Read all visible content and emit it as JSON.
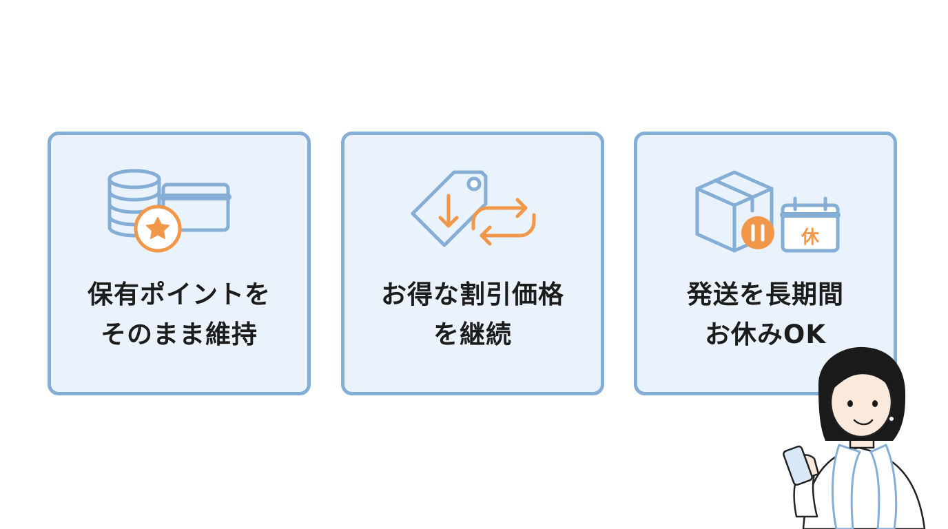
{
  "cards": [
    {
      "line1": "保有ポイントを",
      "line2": "そのまま維持",
      "icon": "coins-card-star-icon"
    },
    {
      "line1": "お得な割引価格",
      "line2": "を継続",
      "icon": "price-tag-repeat-icon"
    },
    {
      "line1": "発送を長期間",
      "line2": "お休みOK",
      "icon": "box-pause-calendar-icon",
      "calendar_glyph": "休"
    }
  ],
  "colors": {
    "accent_blue": "#84aed6",
    "accent_orange": "#f0974a",
    "card_bg": "#eaf2fb",
    "text": "#1c1c1c"
  }
}
